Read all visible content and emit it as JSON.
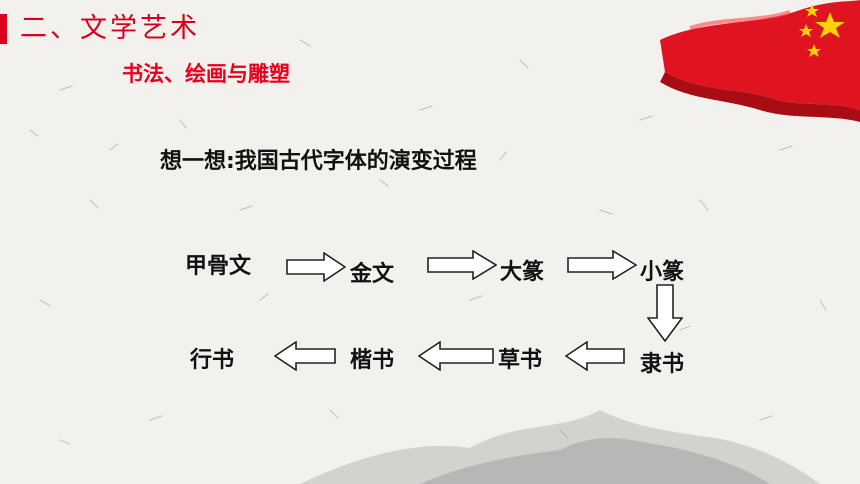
{
  "header": {
    "section_title": "二、文学艺术",
    "subtitle": "书法、绘画与雕塑"
  },
  "main": {
    "question": "想一想:我国古代字体的演变过程",
    "nodes": [
      "甲骨文",
      "金文",
      "大篆",
      "小篆",
      "隶书",
      "草书",
      "楷书",
      "行书"
    ]
  },
  "colors": {
    "accent": "#d8001a",
    "flag_red": "#e01320",
    "star": "#ffd200"
  }
}
